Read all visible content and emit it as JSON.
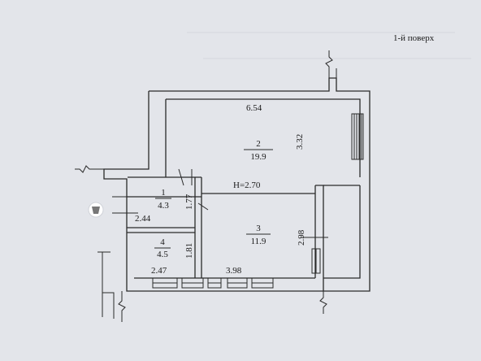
{
  "header": {
    "floor_label": "1-й поверх"
  },
  "height_label": "H=2.70",
  "rooms": [
    {
      "number": "1",
      "area": "4.3"
    },
    {
      "number": "2",
      "area": "19.9"
    },
    {
      "number": "3",
      "area": "11.9"
    },
    {
      "number": "4",
      "area": "4.5"
    }
  ],
  "dimensions": {
    "room2_width": "6.54",
    "room2_depth": "3.32",
    "room1_height": "1.77",
    "room4_height": "1.81",
    "room1_width": "2.44",
    "room4_width": "2.47",
    "room3_width": "3.98",
    "room3_depth": "2.98"
  },
  "colors": {
    "paper": "#e3e5ea",
    "ink": "#2a2a2a"
  }
}
